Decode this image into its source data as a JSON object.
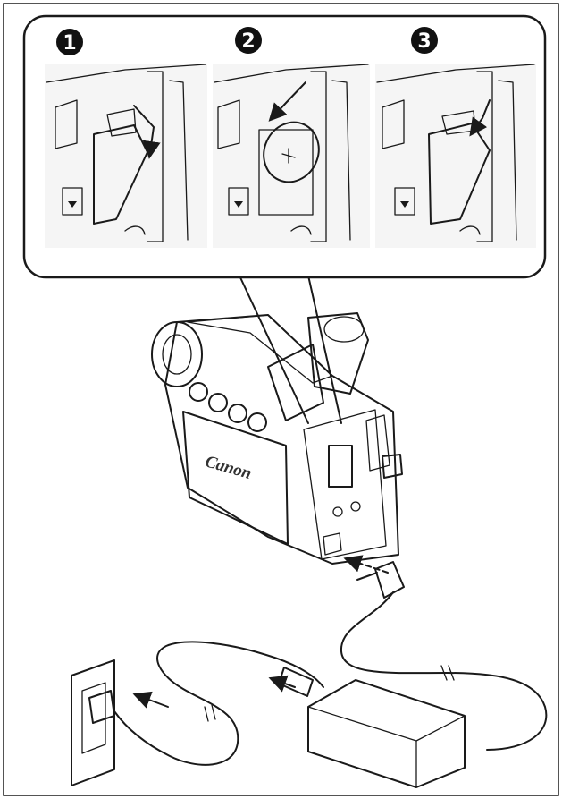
{
  "steps": [
    {
      "number": "1",
      "action": "open-cover"
    },
    {
      "number": "2",
      "action": "insert-battery"
    },
    {
      "number": "3",
      "action": "close-cover"
    }
  ],
  "camcorder": {
    "brand_logo": "Canon"
  },
  "icons": {
    "arrow": "arrow-icon",
    "cable_break": "cable-break-icon",
    "plug": "plug-icon",
    "adapter": "ac-adapter-icon",
    "outlet": "wall-outlet-icon"
  },
  "colors": {
    "line": "#1a1a1a",
    "panel_fill": "#d9d9d9",
    "badge": "#111111",
    "background": "#ffffff"
  }
}
